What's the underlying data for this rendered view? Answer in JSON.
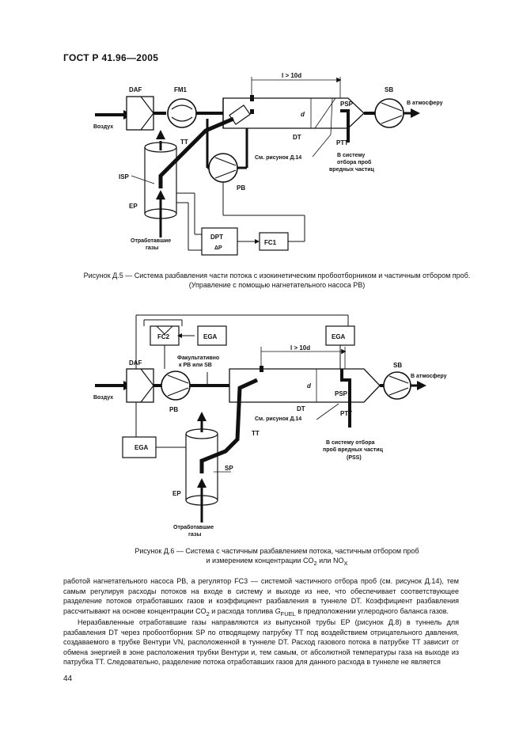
{
  "header": {
    "doc_id": "ГОСТ Р 41.96—2005"
  },
  "fig5": {
    "labels": {
      "daf": "DAF",
      "fm1": "FM1",
      "l_cond": "l > 10d",
      "sb": "SB",
      "to_atm": "В атмосферу",
      "air": "Воздух",
      "tt": "TT",
      "dt": "DT",
      "d": "d",
      "psp": "PSP",
      "ptt": "PTT",
      "see_fig": "См. рисунок Д.14",
      "to_system_1": "В систему",
      "to_system_2": "отбора проб",
      "to_system_3": "вредных частиц",
      "isp": "ISP",
      "ep": "EP",
      "pb": "PB",
      "dpt": "DPT",
      "dp": "ΔP",
      "fc1": "FC1",
      "exhaust_1": "Отработавшие",
      "exhaust_2": "газы"
    },
    "caption_line1": "Рисунок Д.5 — Система разбавления части потока с изокинетическим пробоотборником и частичным отбором проб.",
    "caption_line2": "(Управление с помощью нагнетательного насоса PB)"
  },
  "fig6": {
    "labels": {
      "fc2": "FC2",
      "ega_top": "EGA",
      "ega_right": "EGA",
      "ega_left": "EGA",
      "daf": "DAF",
      "optional_1": "Факультативно",
      "optional_2": "к PB или SB",
      "l_cond": "l > 10d",
      "sb": "SB",
      "to_atm": "В атмосферу",
      "air": "Воздух",
      "pb": "PB",
      "d": "d",
      "psp": "PSP",
      "dt": "DT",
      "ptt": "PTT",
      "see_fig": "См. рисунок Д.14",
      "tt": "TT",
      "to_system_1": "В систему отбора",
      "to_system_2": "проб вредных частиц",
      "to_system_3": "(PSS)",
      "sp": "SP",
      "ep": "EP",
      "exhaust_1": "Отработавшие",
      "exhaust_2": "газы"
    },
    "caption_line1": "Рисунок Д.6 — Система с частичным разбавлением потока, частичным отбором проб",
    "caption_line2_pre": "и измерением концентрации CO",
    "caption_sub1": "2",
    "caption_mid": " или NO",
    "caption_sub2": "X"
  },
  "body": {
    "p1_a": "работой нагнетательного насоса PB, а регулятор FC3 — системой частичного отбора проб (см. рисунок Д.14), тем самым регулируя расходы потоков на входе в систему и выходе из нее, что обеспечивает соответствующее разделение потоков отработавших газов и коэффициент разбавления в туннеле DT. Коэффициент разбавления рассчитывают на основе концентрации CO",
    "p1_sub": "2",
    "p1_b": " и расхода топлива ",
    "p1_g": "G",
    "p1_gsub": "FUEL",
    "p1_c": " в предположении углеродного баланса газов.",
    "p2": "Неразбавленные отработавшие газы направляются из выпускной трубы EP (рисунок Д.8) в туннель для разбавления DT через пробоотборник SP по отводящему патрубку TT под воздействием отрицательного давления, создаваемого в трубке Вентури VN, расположенной в туннеле DT. Расход газового потока в патрубке TT зависит от обмена энергией в зоне расположения трубки Вентури и, тем самым, от абсолютной температуры газа на выходе из патрубка TT. Следовательно, разделение потока отработавших газов для данного расхода в туннеле не является"
  },
  "page_number": "44"
}
